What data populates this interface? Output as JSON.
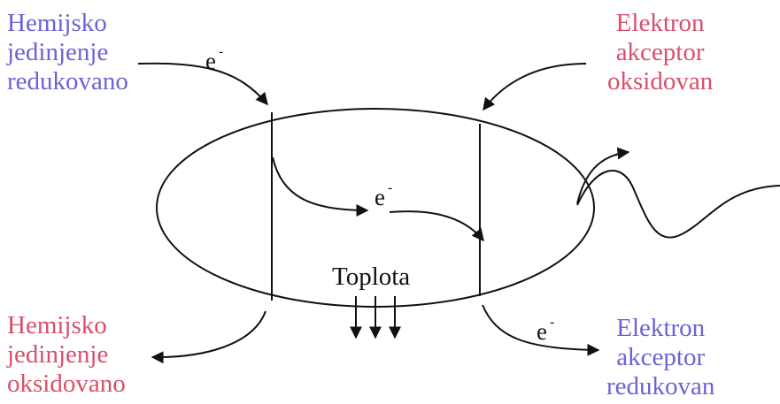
{
  "labels": {
    "top_left": {
      "lines": [
        "Hemijsko",
        "jedinjenje",
        "redukovano"
      ],
      "color": "#6b63d6"
    },
    "top_right": {
      "lines": [
        "Elektron",
        "akceptor",
        "oksidovan"
      ],
      "color": "#d94f6b"
    },
    "bottom_left": {
      "lines": [
        "Hemijsko",
        "jedinjenje",
        "oksidovano"
      ],
      "color": "#d94f6b"
    },
    "bottom_right": {
      "lines": [
        "Elektron",
        "akceptor",
        "redukovan"
      ],
      "color": "#6b63d6"
    },
    "heat": "Toplota"
  },
  "electron": {
    "symbol": "e",
    "charge": "-"
  }
}
